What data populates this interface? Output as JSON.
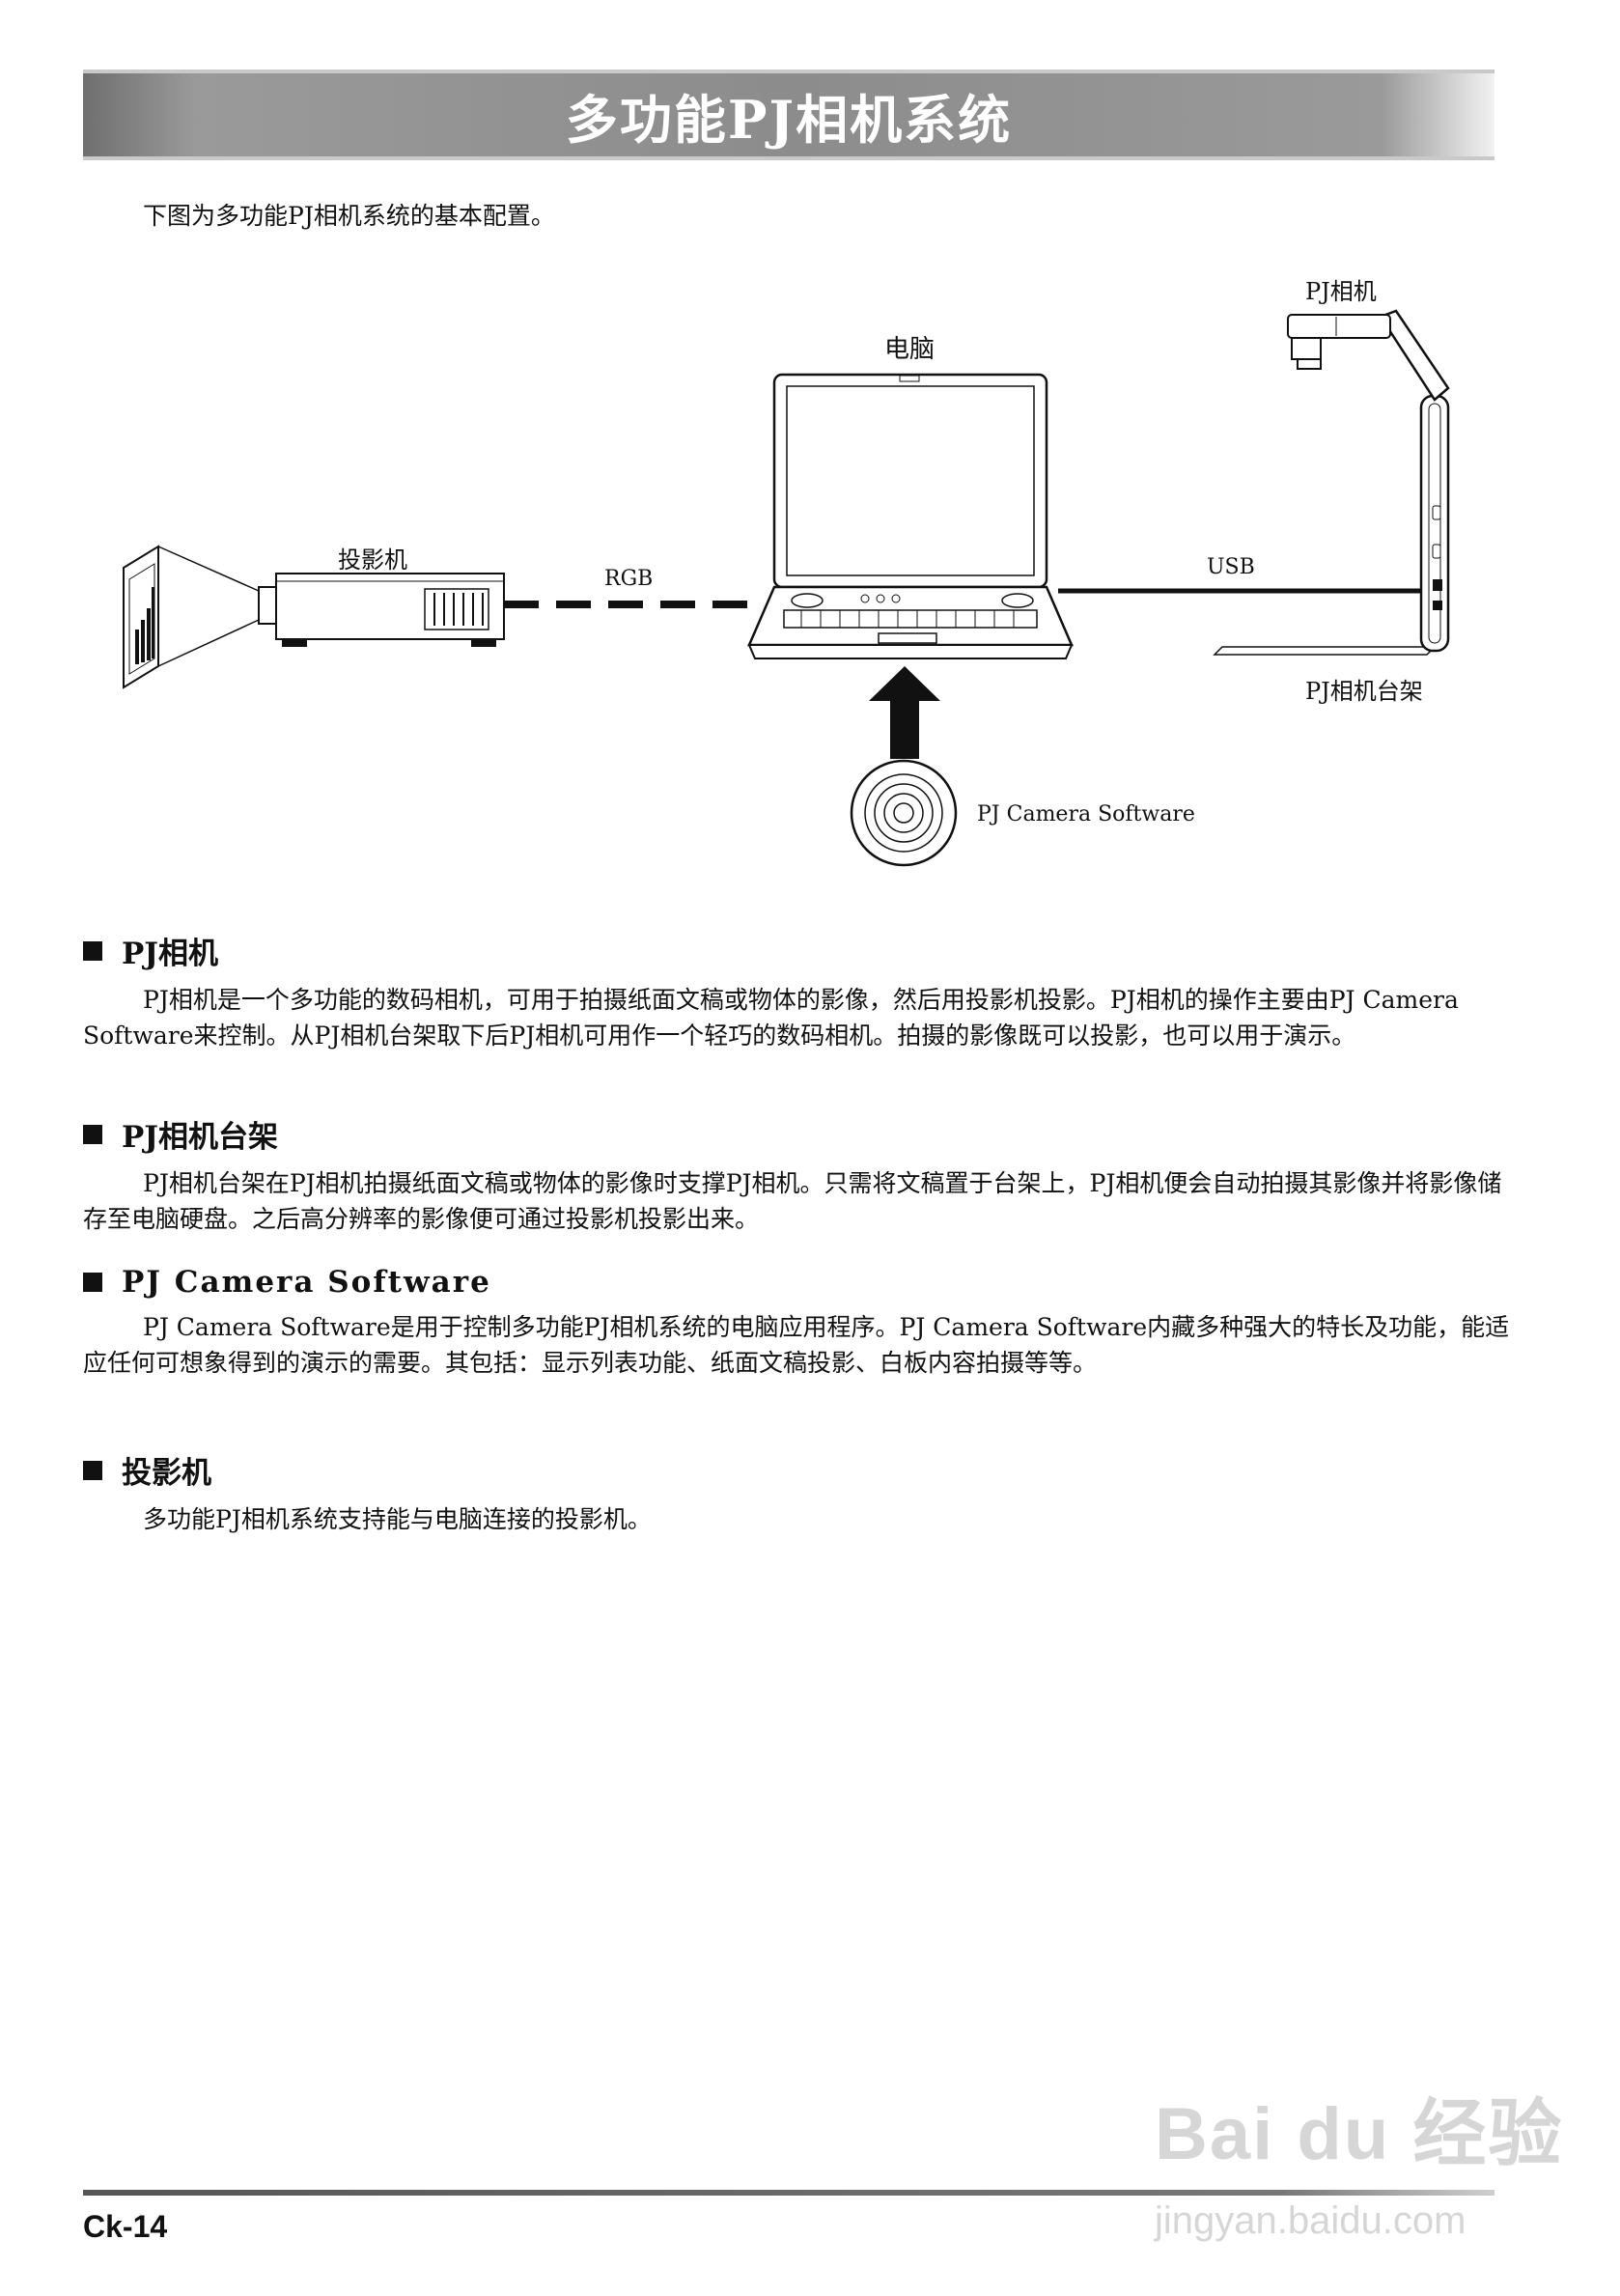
{
  "header": {
    "title": "多功能PJ相机系统"
  },
  "intro": "下图为多功能PJ相机系统的基本配置。",
  "diagram": {
    "pc_label": "电脑",
    "camera_label": "PJ相机",
    "projector_label": "投影机",
    "rgb_label": "RGB",
    "usb_label": "USB",
    "stand_label": "PJ相机台架",
    "software_label": "PJ Camera Software"
  },
  "sections": [
    {
      "heading": "PJ相机",
      "body": "PJ相机是一个多功能的数码相机，可用于拍摄纸面文稿或物体的影像，然后用投影机投影。PJ相机的操作主要由PJ Camera Software来控制。从PJ相机台架取下后PJ相机可用作一个轻巧的数码相机。拍摄的影像既可以投影，也可以用于演示。"
    },
    {
      "heading": "PJ相机台架",
      "body": "PJ相机台架在PJ相机拍摄纸面文稿或物体的影像时支撑PJ相机。只需将文稿置于台架上，PJ相机便会自动拍摄其影像并将影像储存至电脑硬盘。之后高分辨率的影像便可通过投影机投影出来。"
    },
    {
      "heading": "PJ Camera Software",
      "body": "PJ Camera Software是用于控制多功能PJ相机系统的电脑应用程序。PJ Camera Software内藏多种强大的特长及功能，能适应任何可想象得到的演示的需要。其包括：显示列表功能、纸面文稿投影、白板内容拍摄等等。"
    },
    {
      "heading": "投影机",
      "body": "多功能PJ相机系统支持能与电脑连接的投影机。"
    }
  ],
  "footer": {
    "page": "Ck-14"
  },
  "watermark": {
    "brand": "Bai du 经验",
    "url": "jingyan.baidu.com"
  }
}
